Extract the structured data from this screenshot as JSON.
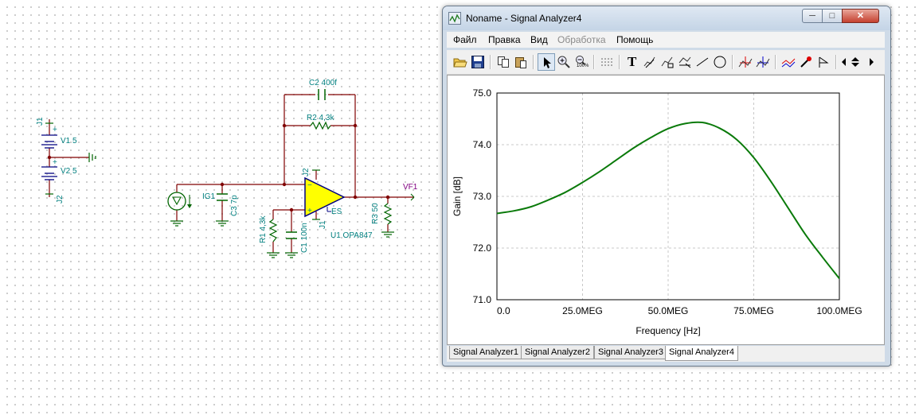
{
  "schematic": {
    "labels": {
      "j1_left": "J1",
      "v1": "V1 5",
      "v2": "V2 5",
      "j2_left": "J2",
      "c2": "C2 400f",
      "r2": "R2 4,3k",
      "ig1": "IG1",
      "c3": "C3 7p",
      "j2_amp": "J2",
      "vf1": "VF1",
      "r3": "R3 50",
      "r1": "R1 4,3k",
      "c1": "C1 100n",
      "j1_amp": "J1",
      "u1": "U1 OPA847",
      "plus1": "+",
      "plus2": "+",
      "opamp_minus": "−",
      "opamp_plus": "+",
      "opamp_es": "ES"
    }
  },
  "window": {
    "title": "Noname - Signal Analyzer4",
    "controls": {
      "minimize": "─",
      "maximize": "□",
      "close": "✕"
    },
    "menu": [
      {
        "label": "Файл",
        "enabled": true
      },
      {
        "label": "Правка",
        "enabled": true
      },
      {
        "label": "Вид",
        "enabled": true
      },
      {
        "label": "Обработка",
        "enabled": false
      },
      {
        "label": "Помощь",
        "enabled": true
      }
    ],
    "toolbar_text": {
      "text_tool": "T",
      "zoom_all": "100%"
    },
    "tabs": [
      {
        "label": "Signal Analyzer1",
        "active": false
      },
      {
        "label": "Signal Analyzer2",
        "active": false
      },
      {
        "label": "Signal Analyzer3",
        "active": false
      },
      {
        "label": "Signal Analyzer4",
        "active": true
      }
    ]
  },
  "colors": {
    "curve": "#0a7a0a",
    "grid": "#c8c8c8",
    "schematic_wire": "#800000",
    "schematic_label": "#007f7f",
    "opamp_fill": "#ffff00"
  },
  "chart_data": {
    "type": "line",
    "xlabel": "Frequency [Hz]",
    "ylabel": "Gain [dB]",
    "xlim": [
      0,
      100000000
    ],
    "ylim": [
      71.0,
      75.0
    ],
    "xticks": [
      {
        "value": 0,
        "label": "0.0"
      },
      {
        "value": 25000000,
        "label": "25.0MEG"
      },
      {
        "value": 50000000,
        "label": "50.0MEG"
      },
      {
        "value": 75000000,
        "label": "75.0MEG"
      },
      {
        "value": 100000000,
        "label": "100.0MEG"
      }
    ],
    "yticks": [
      {
        "value": 71.0,
        "label": "71.0"
      },
      {
        "value": 72.0,
        "label": "72.0"
      },
      {
        "value": 73.0,
        "label": "73.0"
      },
      {
        "value": 74.0,
        "label": "74.0"
      },
      {
        "value": 75.0,
        "label": "75.0"
      }
    ],
    "grid": true,
    "series": [
      {
        "x": [
          0,
          5000000,
          10000000,
          15000000,
          20000000,
          25000000,
          30000000,
          35000000,
          40000000,
          45000000,
          50000000,
          55000000,
          60000000,
          65000000,
          70000000,
          75000000,
          80000000,
          85000000,
          90000000,
          95000000,
          100000000
        ],
        "y": [
          72.67,
          72.72,
          72.8,
          72.93,
          73.08,
          73.27,
          73.48,
          73.71,
          73.94,
          74.14,
          74.31,
          74.41,
          74.43,
          74.32,
          74.1,
          73.75,
          73.29,
          72.78,
          72.27,
          71.83,
          71.41
        ]
      }
    ]
  }
}
